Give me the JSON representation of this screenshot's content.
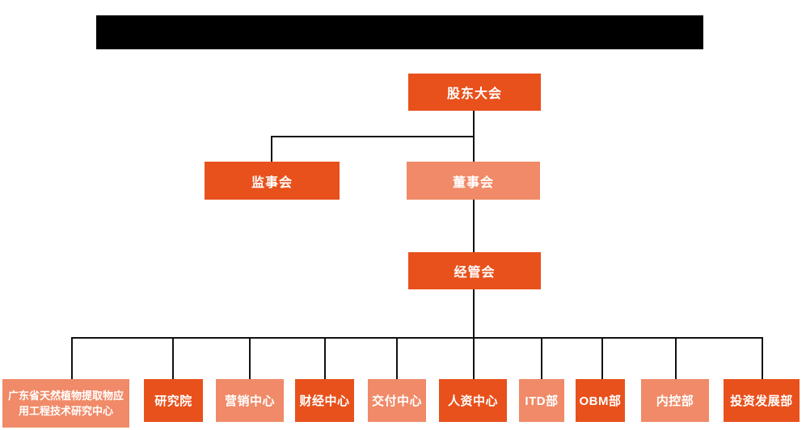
{
  "colors": {
    "node_primary": "#E8511C",
    "node_secondary": "#F08A68",
    "node_text": "#ffffff",
    "connector": "#111111",
    "redacted_title_bar": "#000000",
    "background": "#ffffff"
  },
  "org_chart": {
    "root": {
      "label": "股东大会"
    },
    "level_2": [
      {
        "label": "监事会"
      },
      {
        "label": "董事会"
      }
    ],
    "level_3": {
      "label": "经管会"
    },
    "departments": [
      {
        "label": "广东省天然植物提取物应用工程技术研究中心"
      },
      {
        "label": "研究院"
      },
      {
        "label": "营销中心"
      },
      {
        "label": "财经中心"
      },
      {
        "label": "交付中心"
      },
      {
        "label": "人资中心"
      },
      {
        "label": "ITD部"
      },
      {
        "label": "OBM部"
      },
      {
        "label": "内控部"
      },
      {
        "label": "投资发展部"
      }
    ]
  }
}
